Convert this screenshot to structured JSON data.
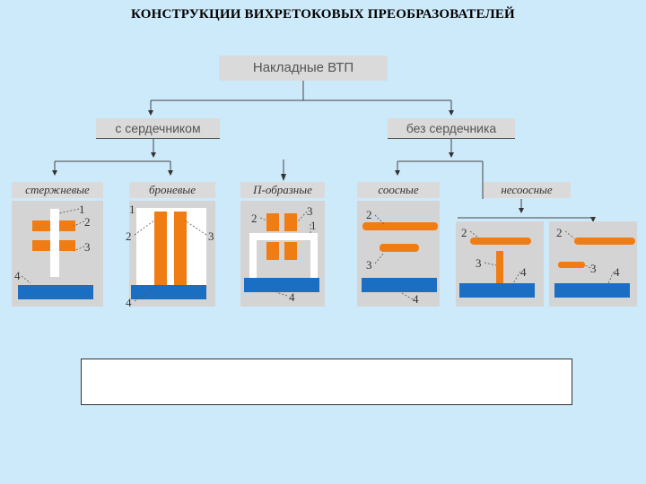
{
  "title": "КОНСТРУКЦИИ ВИХРЕТОКОВЫХ ПРЕОБРАЗОВАТЕЛЕЙ",
  "root": "Накладные ВТП",
  "groups": {
    "with_core": "с сердечником",
    "without_core": "без сердечника"
  },
  "types": {
    "rod": "стержневые",
    "armored": "броневые",
    "p_shaped": "П-образные",
    "coaxial": "соосные",
    "non_coaxial": "несоосные"
  },
  "numbers": {
    "n1": "1",
    "n2": "2",
    "n3": "3",
    "n4": "4"
  },
  "note": ""
}
